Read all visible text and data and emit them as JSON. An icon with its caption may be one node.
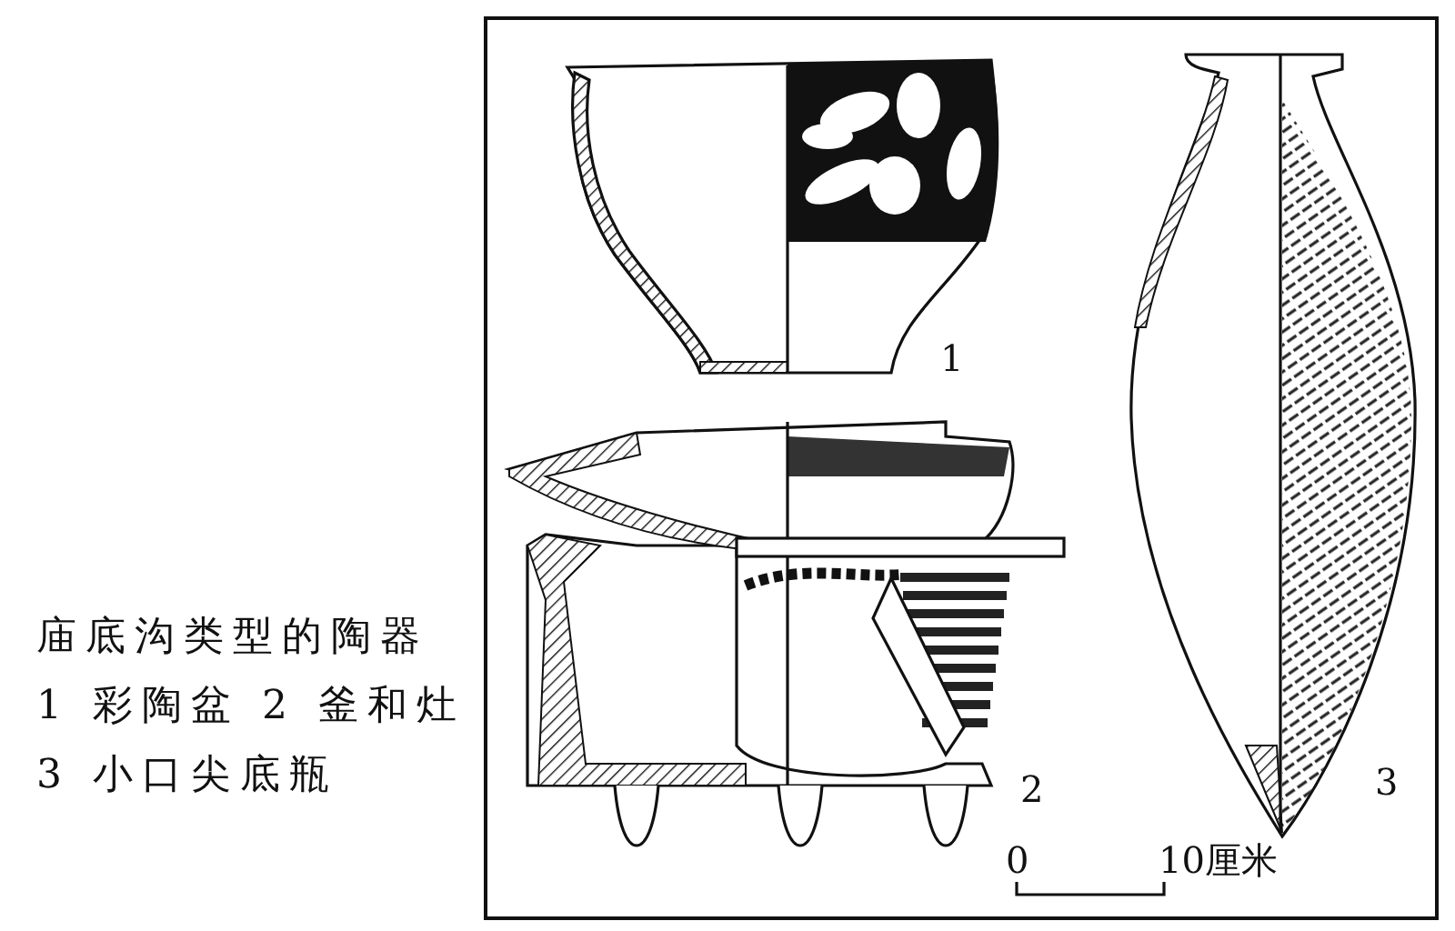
{
  "diagram": {
    "caption": "庙底沟类型的陶器 1 彩陶盆 2 釜和灶 3 小口尖底瓶",
    "labels": [
      "1",
      "2",
      "3",
      "0",
      "10厘米"
    ]
  }
}
